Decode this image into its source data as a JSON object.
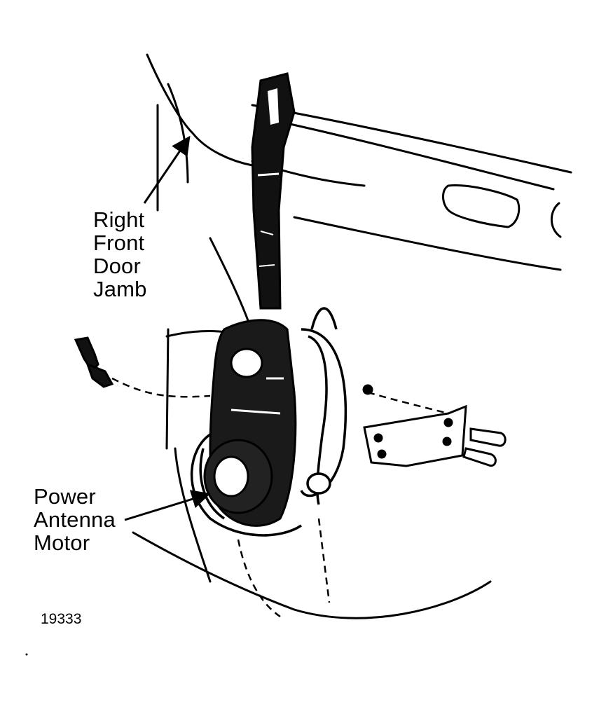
{
  "callouts": {
    "door_jamb": [
      "Right",
      "Front",
      "Door",
      "Jamb"
    ],
    "motor": [
      "Power",
      "Antenna",
      "Motor"
    ]
  },
  "figure_number": "19333",
  "colors": {
    "ink": "#000000",
    "paper": "#ffffff"
  }
}
